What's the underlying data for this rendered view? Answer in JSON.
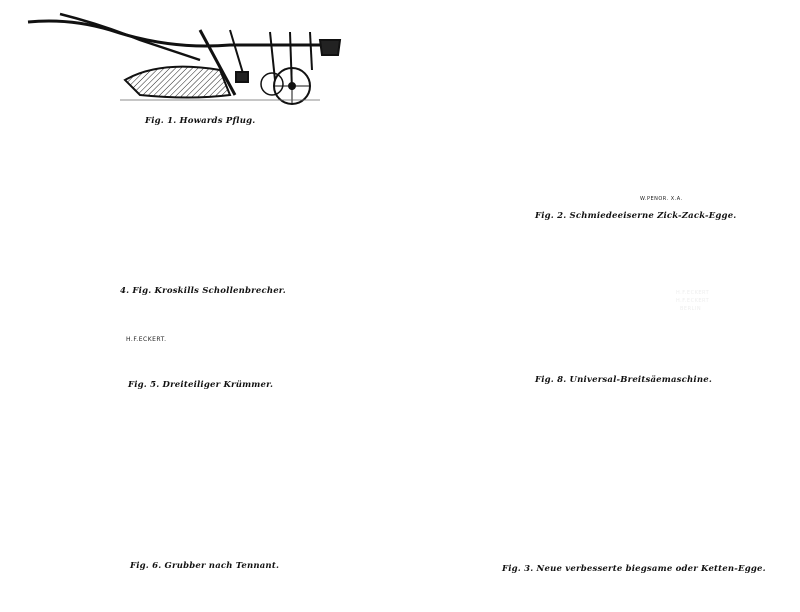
{
  "figures": {
    "fig1": {
      "caption": "Fig. 1. Howards Pflug."
    },
    "fig2": {
      "caption": "Fig. 2. Schmiedeeiserne Zick-Zack-Egge.",
      "engraver": "W.PENOR. X.A."
    },
    "fig4": {
      "caption": "4. Fig. Kroskills Schollenbrecher."
    },
    "fig5": {
      "caption": "Fig. 5. Dreiteiliger Krümmer.",
      "maker": "H.F.ECKERT."
    },
    "fig8": {
      "caption": "Fig. 8. Universal-Breitsäemaschine.",
      "maker_lines": [
        "H.F.ECKERT",
        "H.F.ECKERT",
        "BERLIN"
      ]
    },
    "fig6": {
      "caption": "Fig. 6. Grubber nach Tennant."
    },
    "fig3": {
      "caption": "Fig. 3. Neue verbesserte biegsame oder Ketten-Egge."
    }
  }
}
